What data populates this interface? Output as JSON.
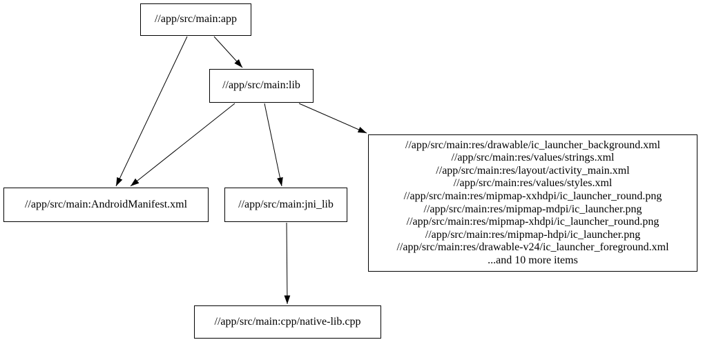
{
  "diagram": {
    "kind": "build-dependency-graph",
    "nodes": {
      "app": {
        "label": "//app/src/main:app"
      },
      "lib": {
        "label": "//app/src/main:lib"
      },
      "manifest": {
        "label": "//app/src/main:AndroidManifest.xml"
      },
      "jni_lib": {
        "label": "//app/src/main:jni_lib"
      },
      "native": {
        "label": "//app/src/main:cpp/native-lib.cpp"
      },
      "res": {
        "lines": [
          "//app/src/main:res/drawable/ic_launcher_background.xml",
          "//app/src/main:res/values/strings.xml",
          "//app/src/main:res/layout/activity_main.xml",
          "//app/src/main:res/values/styles.xml",
          "//app/src/main:res/mipmap-xxhdpi/ic_launcher_round.png",
          "//app/src/main:res/mipmap-mdpi/ic_launcher.png",
          "//app/src/main:res/mipmap-xhdpi/ic_launcher_round.png",
          "//app/src/main:res/mipmap-hdpi/ic_launcher.png",
          "//app/src/main:res/drawable-v24/ic_launcher_foreground.xml",
          "...and 10 more items"
        ]
      }
    },
    "edges": [
      {
        "from": "app",
        "to": "lib"
      },
      {
        "from": "app",
        "to": "manifest"
      },
      {
        "from": "lib",
        "to": "manifest"
      },
      {
        "from": "lib",
        "to": "jni_lib"
      },
      {
        "from": "lib",
        "to": "res"
      },
      {
        "from": "jni_lib",
        "to": "native"
      }
    ],
    "colors": {
      "background": "#ffffff",
      "node_border": "#000000",
      "edge": "#000000",
      "text": "#000000"
    }
  }
}
